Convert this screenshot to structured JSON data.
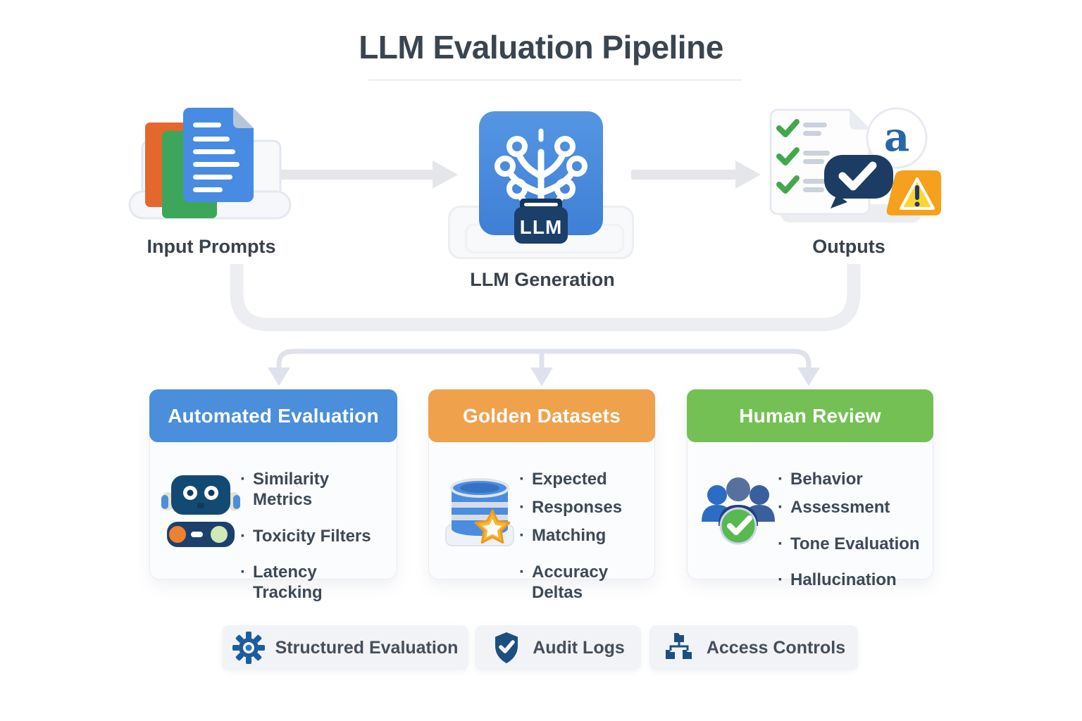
{
  "title": "LLM Evaluation Pipeline",
  "colors": {
    "title_text": "#3b4550",
    "stage_arrow": "#e4e6ea",
    "loop_bracket": "#eceef1",
    "branch_connector": "#dfe2ec",
    "card_blue": "#4a8edc",
    "card_orange": "#efa14c",
    "card_green": "#75c055",
    "icon_navy": "#1c4e80",
    "icon_blue": "#4a8de0"
  },
  "pipeline": {
    "stages": [
      {
        "label": "Input Prompts",
        "icon": "documents-icon"
      },
      {
        "label": "LLM Generation",
        "icon": "neural-tree-icon",
        "badge": "LLM"
      },
      {
        "label": "Outputs",
        "icon": "outputs-check-icon",
        "bubble_letter": "a"
      }
    ]
  },
  "cards": [
    {
      "title": "Automated Evaluation",
      "color": "#4a8edc",
      "icon": "robot-icon",
      "items": [
        "Similarity Metrics",
        "Toxicity Filters",
        "Latency Tracking"
      ]
    },
    {
      "title": "Golden Datasets",
      "color": "#efa14c",
      "icon": "database-star-icon",
      "items": [
        "Expected",
        "Responses",
        "Matching",
        "Accuracy Deltas"
      ]
    },
    {
      "title": "Human Review",
      "color": "#75c055",
      "icon": "people-check-icon",
      "items": [
        "Behavior",
        "Assessment",
        "Tone Evaluation",
        "Hallucination"
      ]
    }
  ],
  "footer": {
    "badges": [
      {
        "label": "Structured Evaluation",
        "icon": "gear-icon"
      },
      {
        "label": "Audit Logs",
        "icon": "shield-check-icon"
      },
      {
        "label": "Access Controls",
        "icon": "flowchart-icon"
      }
    ]
  }
}
